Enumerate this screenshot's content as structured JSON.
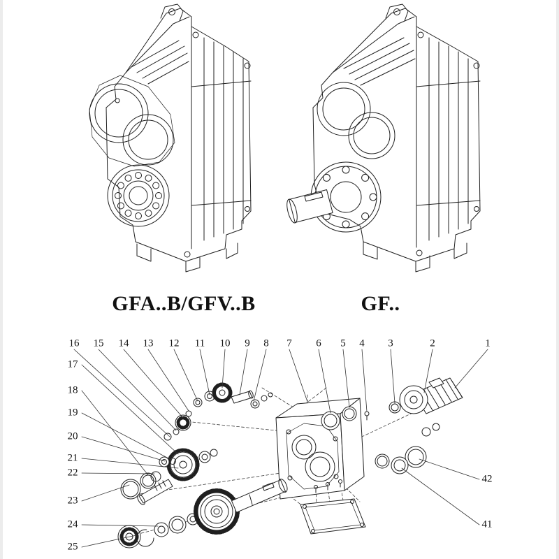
{
  "models": {
    "left_label": "GFA..B/GFV..B",
    "right_label": "GF.."
  },
  "exploded_view": {
    "top_labels": [
      "16",
      "15",
      "14",
      "13",
      "12",
      "11",
      "10",
      "9",
      "8",
      "7",
      "6",
      "5",
      "4",
      "3",
      "2",
      "1"
    ],
    "left_labels": [
      "17",
      "18",
      "19",
      "20",
      "21",
      "22",
      "23",
      "24",
      "25"
    ],
    "right_labels": [
      "42",
      "41"
    ]
  }
}
